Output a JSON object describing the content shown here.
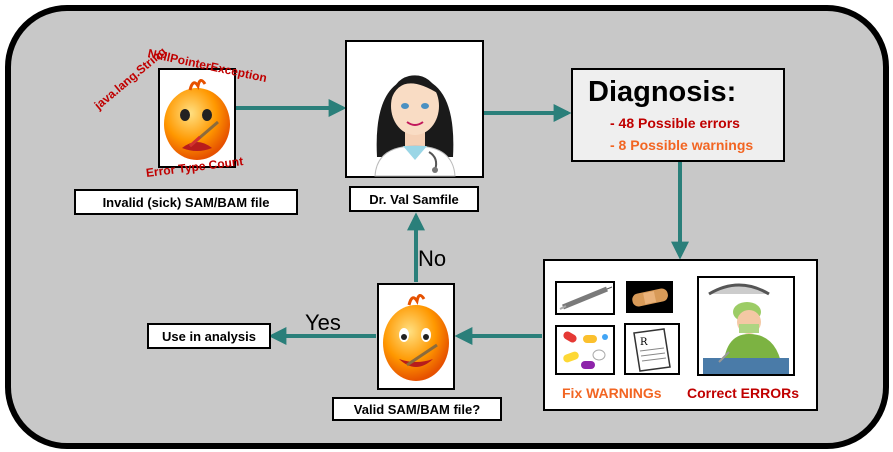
{
  "sick_file": {
    "label": "Invalid (sick) SAM/BAM file",
    "errors": [
      "NullPointerException",
      "java.lang.String",
      "Error Type Count"
    ]
  },
  "doctor": {
    "label": "Dr. Val Samfile"
  },
  "diagnosis": {
    "title": "Diagnosis:",
    "errors": "- 48 Possible errors",
    "warnings": "- 8 Possible warnings",
    "error_color": "#c00000",
    "warning_color": "#f26522"
  },
  "treatment": {
    "fix_label": "Fix WARNINGs",
    "correct_label": "Correct ERRORs",
    "fix_color": "#f26522",
    "correct_color": "#c00000"
  },
  "decision": {
    "label": "Valid SAM/BAM file?",
    "yes": "Yes",
    "no": "No"
  },
  "result": {
    "label": "Use in analysis"
  },
  "colors": {
    "arrow": "#2a7f7a",
    "frame": "#c8c8c8"
  }
}
